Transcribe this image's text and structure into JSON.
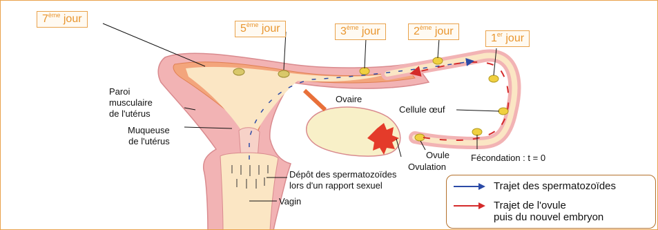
{
  "days": {
    "day7": {
      "num": "7",
      "sup": "ème",
      "word": "jour"
    },
    "day5": {
      "num": "5",
      "sup": "ème",
      "word": "jour"
    },
    "day3": {
      "num": "3",
      "sup": "ème",
      "word": "jour"
    },
    "day2": {
      "num": "2",
      "sup": "ème",
      "word": "jour"
    },
    "day1": {
      "num": "1",
      "sup": "er",
      "word": "jour"
    }
  },
  "labels": {
    "paroi_line1": "Paroi",
    "paroi_line2": "musculaire",
    "paroi_line3": "de l'utérus",
    "muqueuse_line1": "Muqueuse",
    "muqueuse_line2": "de l'utérus",
    "ovaire": "Ovaire",
    "cellule_oeuf": "Cellule œuf",
    "ovule": "Ovule",
    "ovulation": "Ovulation",
    "fecondation": "Fécondation : t = 0",
    "depot_line1": "Dépôt des spermatozoïdes",
    "depot_line2": "lors d'un rapport sexuel",
    "vagin": "Vagin"
  },
  "legend": {
    "sperm_path": "Trajet des spermatozoïdes",
    "ovule_path_line1": "Trajet de l'ovule",
    "ovule_path_line2": "puis du nouvel embryon"
  },
  "colors": {
    "day_label": "#e8952e",
    "box_border": "#e9a14a",
    "sperm_arrow": "#2b4aa6",
    "ovule_arrow": "#d42a2a",
    "tissue_pink": "#f2b3b4",
    "mucosa_orange": "#f3a57c",
    "cavity_cream": "#fbe6c4"
  },
  "icons": {
    "sperm_arrow": "blue-arrow-icon",
    "ovule_arrow": "red-arrow-icon"
  }
}
